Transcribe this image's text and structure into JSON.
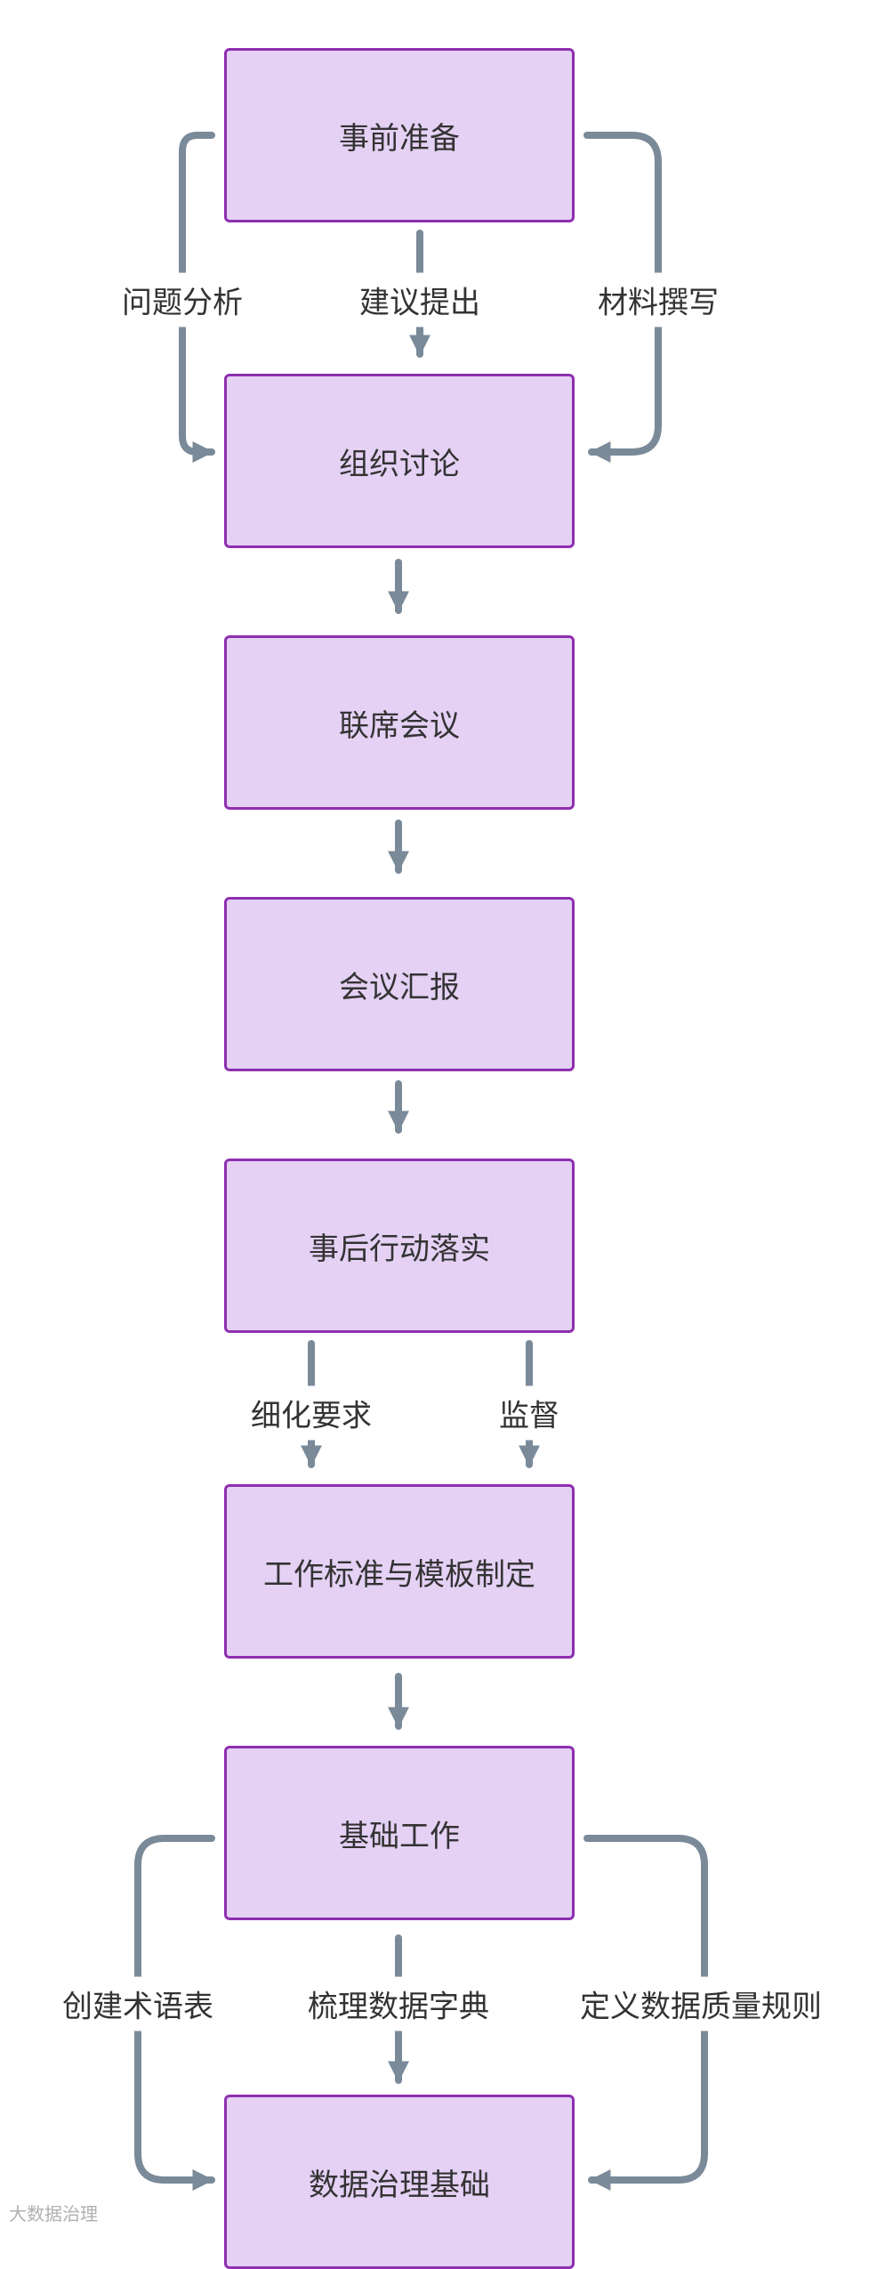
{
  "nodes": {
    "prep": "事前准备",
    "discuss": "组织讨论",
    "joint_meeting": "联席会议",
    "report": "会议汇报",
    "followup": "事后行动落实",
    "standards": "工作标准与模板制定",
    "basic_work": "基础工作",
    "foundation": "数据治理基础"
  },
  "edge_labels": {
    "problem_analysis": "问题分析",
    "suggestion": "建议提出",
    "material_writing": "材料撰写",
    "refine": "细化要求",
    "supervise": "监督",
    "glossary": "创建术语表",
    "data_dictionary": "梳理数据字典",
    "quality_rules": "定义数据质量规则"
  },
  "colors": {
    "node_fill": "#e4d1f4",
    "node_border": "#8e2fb0",
    "arrow": "#7a8a99",
    "text": "#333333"
  },
  "watermark": "大数据治理"
}
